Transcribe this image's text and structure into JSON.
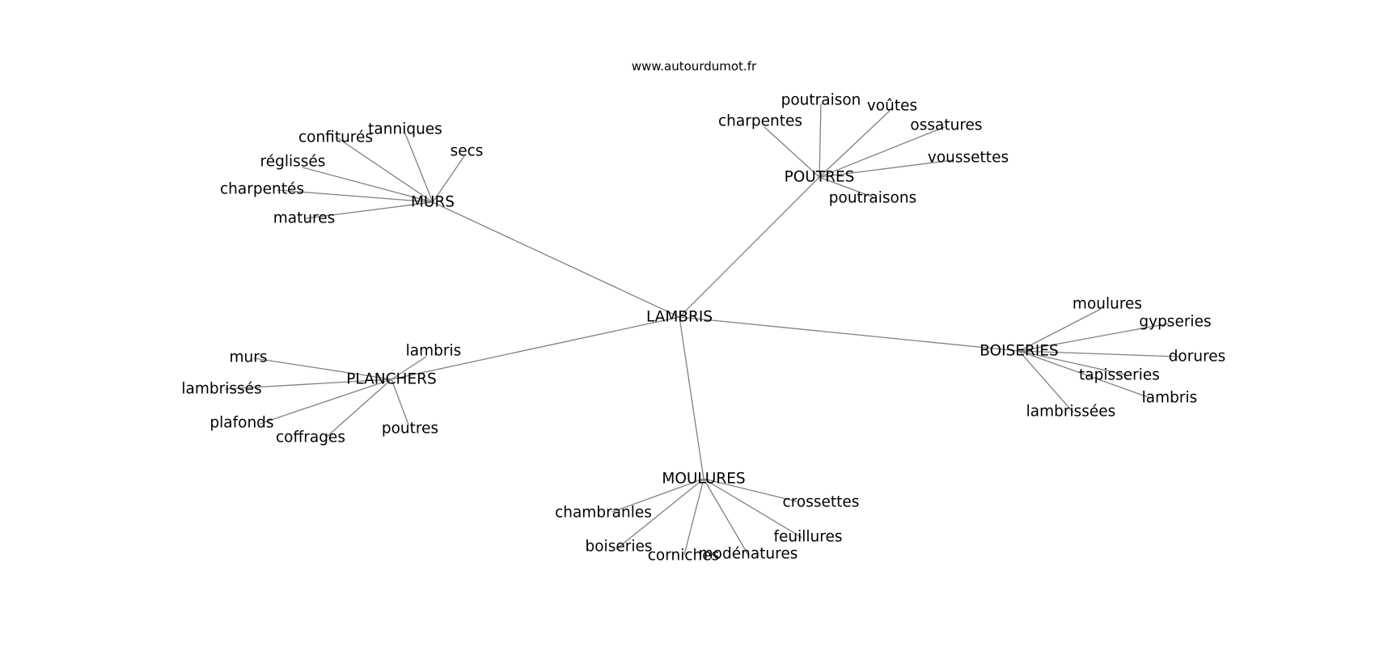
{
  "site": "www.autourdumot.fr",
  "colors": {
    "edge": "#808080",
    "text": "#000000",
    "background": "#ffffff"
  },
  "graph": {
    "root": "LAMBRIS",
    "hubs": [
      {
        "id": "murs-hub",
        "label": "MURS",
        "leaves": [
          "confiturés",
          "tanniques",
          "secs",
          "réglissés",
          "charpentés",
          "matures"
        ]
      },
      {
        "id": "poutres-hub",
        "label": "POUTRES",
        "leaves": [
          "charpentes",
          "poutraison",
          "voûtes",
          "ossatures",
          "voussettes",
          "poutraisons"
        ]
      },
      {
        "id": "planchers-hub",
        "label": "PLANCHERS",
        "leaves": [
          "lambris",
          "murs",
          "lambrissés",
          "plafonds",
          "coffrages",
          "poutres"
        ]
      },
      {
        "id": "boiseries-hub",
        "label": "BOISERIES",
        "leaves": [
          "moulures",
          "gypseries",
          "dorures",
          "tapisseries",
          "lambris",
          "lambrissées"
        ]
      },
      {
        "id": "moulures-hub",
        "label": "MOULURES",
        "leaves": [
          "chambranles",
          "crossettes",
          "feuillures",
          "boiseries",
          "corniches",
          "modénatures"
        ]
      }
    ]
  }
}
